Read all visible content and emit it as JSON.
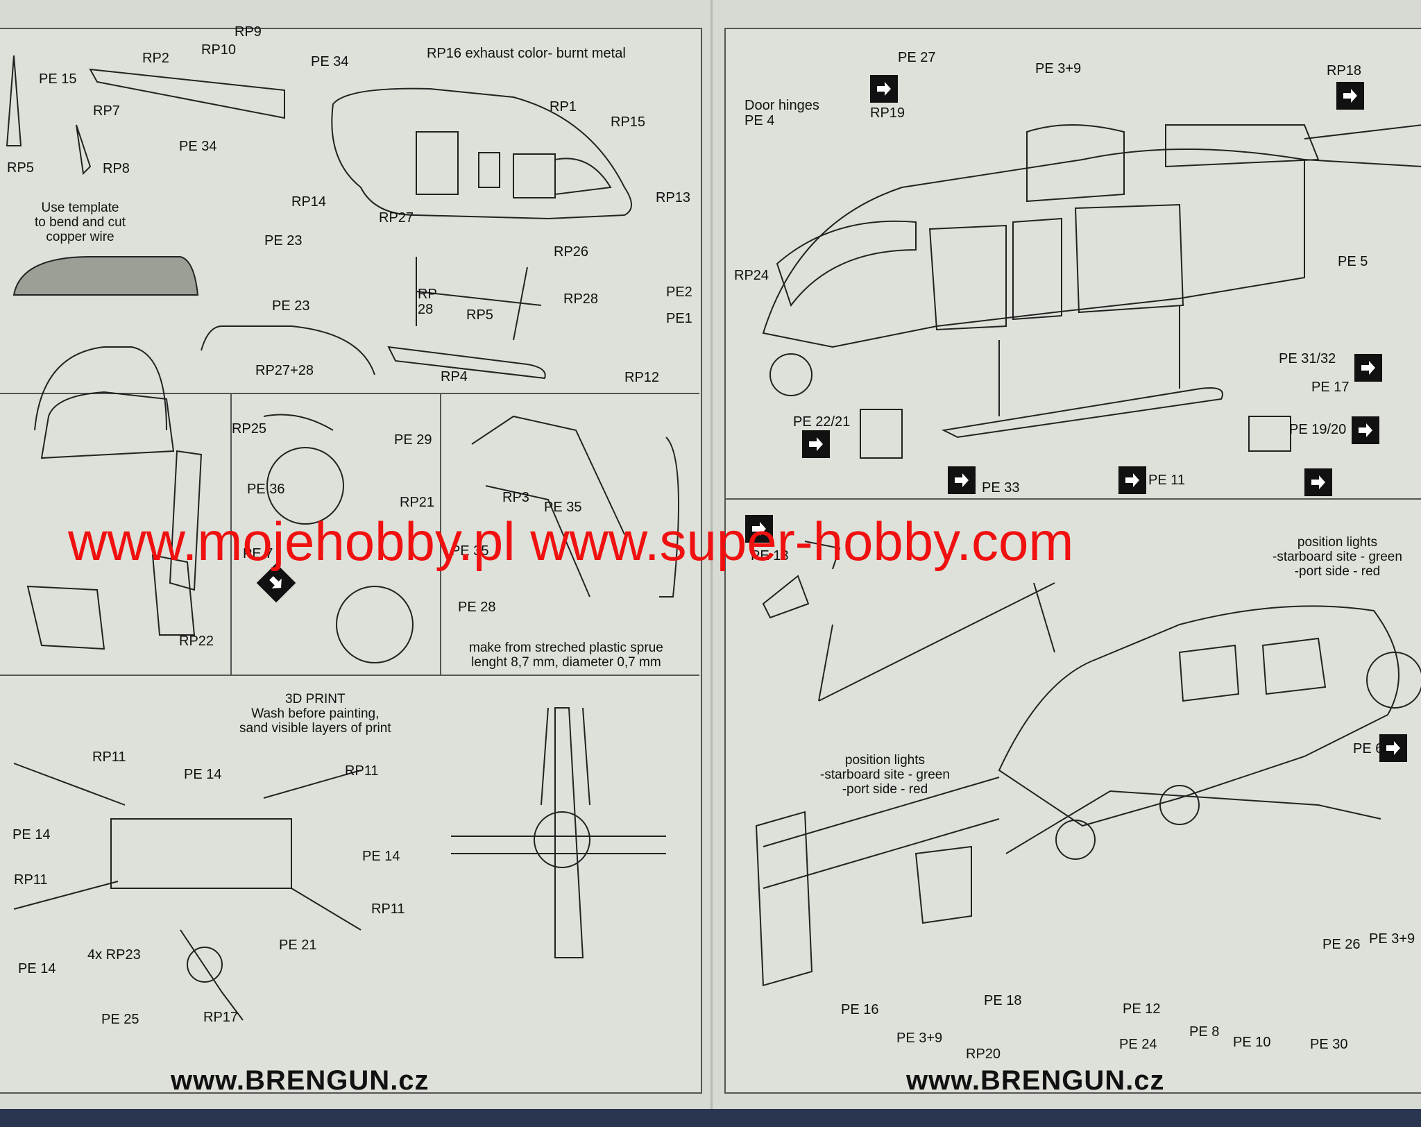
{
  "left_page": {
    "labels": {
      "rp9": "RP9",
      "rp10": "RP10",
      "rp2": "RP2",
      "pe34a": "PE 34",
      "pe15": "PE 15",
      "rp16": "RP16  exhaust color- burnt metal",
      "rp7": "RP7",
      "rp1": "RP1",
      "rp15": "RP15",
      "pe34b": "PE 34",
      "rp5a": "RP5",
      "rp8": "RP8",
      "rp14": "RP14",
      "rp13": "RP13",
      "rp27": "RP27",
      "pe23a": "PE 23",
      "rp26": "RP26",
      "rp28a": "RP\n28",
      "rp28b": "RP28",
      "rp5b": "RP5",
      "pe2": "PE2",
      "pe1": "PE1",
      "pe23b": "PE 23",
      "rp27_28": "RP27+28",
      "rp4": "RP4",
      "rp12": "RP12",
      "rp25": "RP25",
      "pe29": "PE 29",
      "pe36": "PE 36",
      "rp21": "RP21",
      "pe7": "PE 7",
      "rp3": "RP3",
      "pe35a": "PE 35",
      "pe35b": "PE 35",
      "pe28": "PE 28",
      "rp22": "RP22",
      "rp11a": "RP11",
      "pe14a": "PE 14",
      "rp11b": "RP11",
      "pe14b": "PE 14",
      "pe14c": "PE 14",
      "rp11c": "RP11",
      "rp11d": "RP11",
      "rp23": "4x RP23",
      "pe21": "PE 21",
      "pe14d": "PE 14",
      "pe25": "PE 25",
      "rp17": "RP17"
    },
    "notes": {
      "template": "Use template\nto bend and cut\ncopper wire",
      "sprue": "make from streched plastic sprue\nlenght 8,7 mm, diameter 0,7 mm",
      "print": "3D PRINT\nWash before painting,\nsand visible layers of print"
    },
    "footer": "www.BRENGUN.cz"
  },
  "right_page": {
    "labels": {
      "pe27": "PE 27",
      "pe3_9a": "PE 3+9",
      "rp18": "RP18",
      "door": "Door hinges\nPE 4",
      "rp19": "RP19",
      "rp24": "RP24",
      "pe5": "PE 5",
      "pe31_32": "PE 31/32",
      "pe17": "PE 17",
      "pe22_21": "PE 22/21",
      "pe19_20": "PE 19/20",
      "pe33": "PE 33",
      "pe11": "PE 11",
      "pe13": "PE 13",
      "pe6": "PE 6",
      "pe16": "PE 16",
      "pe18": "PE 18",
      "pe12": "PE 12",
      "pe8": "PE 8",
      "pe10": "PE 10",
      "pe26": "PE 26",
      "pe3_9b": "PE 3+9",
      "pe3_9c": "PE 3+9",
      "rp20": "RP20",
      "pe24": "PE 24",
      "pe30": "PE 30"
    },
    "notes": {
      "lights_top": "position lights\n-starboard site - green\n-port side - red",
      "lights_mid": "position lights\n-starboard site - green\n-port side - red"
    },
    "footer": "www.BRENGUN.cz"
  },
  "watermark": "www.mojehobby.pl www.super-hobby.com",
  "colors": {
    "watermark": "#f01010",
    "paper": "#dde1d9",
    "ink": "#111111"
  }
}
